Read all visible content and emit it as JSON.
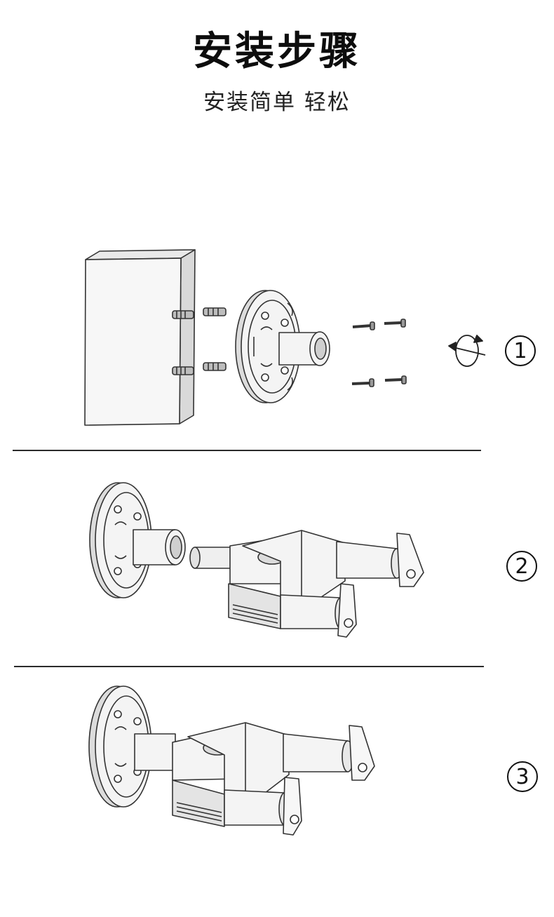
{
  "header": {
    "title": "安装步骤",
    "subtitle": "安装简单 轻松"
  },
  "steps": [
    {
      "number": "1"
    },
    {
      "number": "2"
    },
    {
      "number": "3"
    }
  ]
}
